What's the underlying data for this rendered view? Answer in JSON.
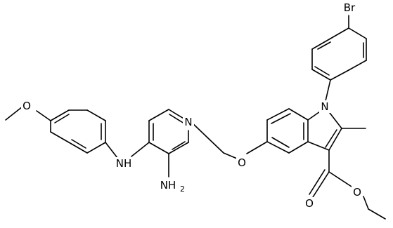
{
  "atoms": {
    "br": "Br",
    "n_indole": "N",
    "o_ether": "O",
    "n_pyridine": "N",
    "nh_amine": "NH",
    "nh2": "NH",
    "nh2_subscript": "2",
    "o_methoxy": "O",
    "o_ester_carbonyl": "O",
    "o_ester_alkoxy": "O"
  }
}
